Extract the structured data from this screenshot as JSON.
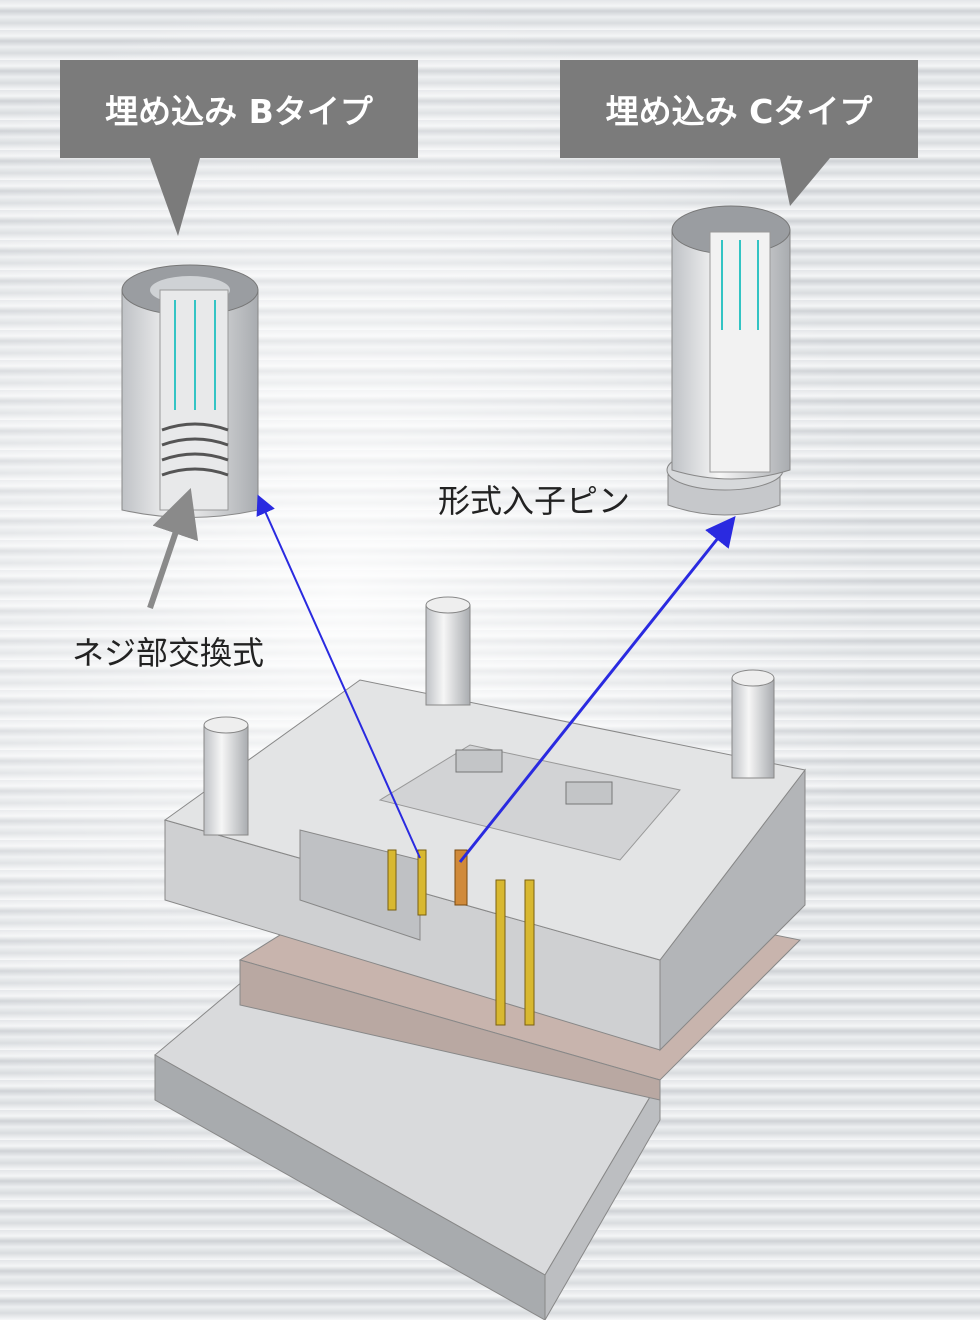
{
  "callouts": {
    "type_b": "埋め込み Bタイプ",
    "type_c": "埋め込み Cタイプ"
  },
  "labels": {
    "insert_pin": "形式入子ピン",
    "thread_replaceable": "ネジ部交換式"
  },
  "colors": {
    "callout_bg": "#7b7b7b",
    "arrow_blue": "#2a2ae0",
    "pin_gold": "#d8b830",
    "cooling_line": "#33c4c4"
  }
}
